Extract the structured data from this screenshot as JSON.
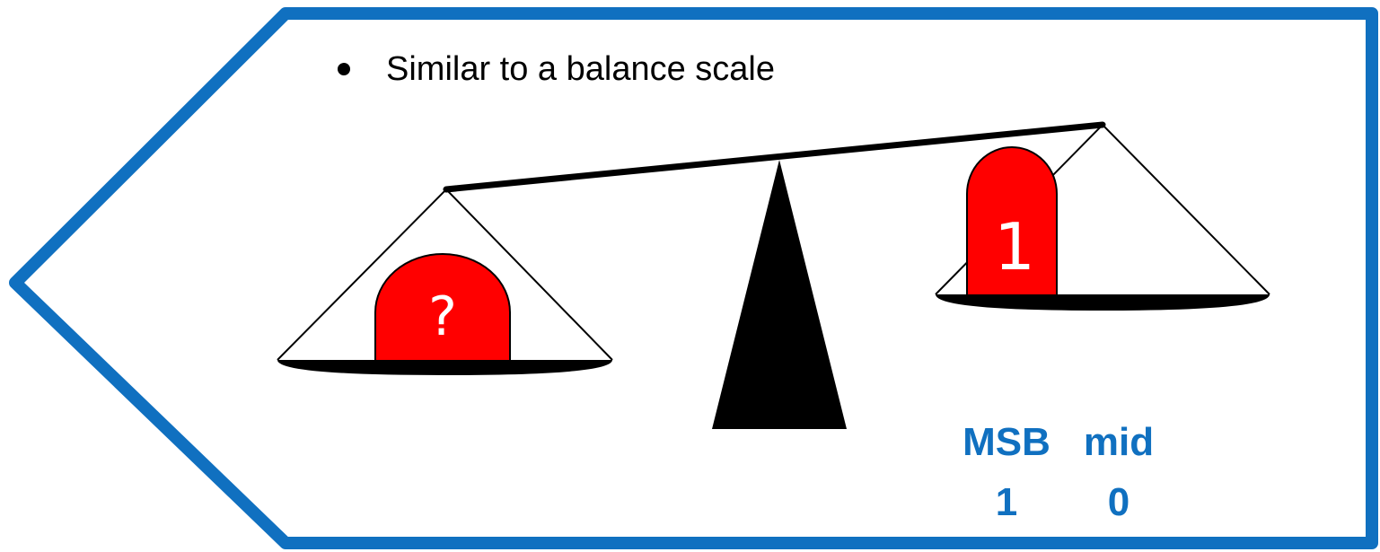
{
  "slide": {
    "bullet": "Similar to a balance scale"
  },
  "scale": {
    "left_weight_label": "?",
    "right_weight_label": "1"
  },
  "bits": {
    "headers": [
      "MSB",
      "mid"
    ],
    "values": [
      "1",
      "0"
    ]
  },
  "colors": {
    "frame": "#1070c0",
    "weight": "#ff0000",
    "bit_text": "#1070c0"
  }
}
